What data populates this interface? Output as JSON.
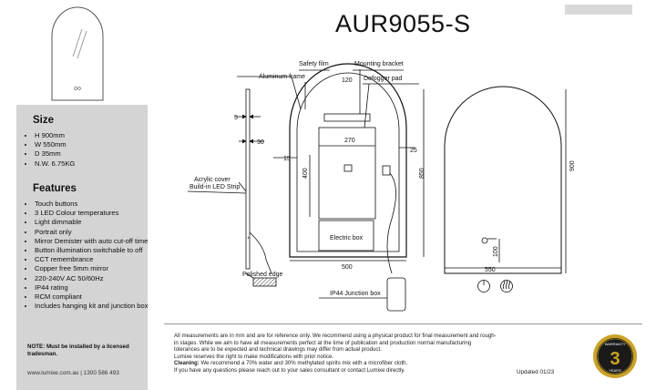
{
  "header": {
    "model": "AUR9055-S"
  },
  "sidebar": {
    "size_heading": "Size",
    "size_items": [
      "H 900mm",
      "W 550mm",
      "D 35mm",
      "N.W. 6.75KG"
    ],
    "features_heading": "Features",
    "feature_items": [
      "Touch buttons",
      "3 LED Colour temperatures",
      "Light dimmable",
      "Portrait only",
      "Mirror Demister with auto cut-off time",
      "Button illumination switchable to off",
      "CCT remembrance",
      "Copper free 5mm mirror",
      "220-240V AC 50/60Hz",
      "IP44 rating",
      "RCM compliant",
      "Includes hanging kit and junction box"
    ],
    "note": "NOTE: Must be installed by a licensed tradesman.",
    "contact": "www.lumixe.com.au  |  1300 586 493"
  },
  "drawing": {
    "labels": {
      "aluminum_frame": "Aluminum frame",
      "safety_film": "Safety film",
      "mounting_bracket": "Mounting bracket",
      "defogger_pad": "Defogger pad",
      "acrylic_cover": "Acrylic cover",
      "led_strip": "Build-in LED Strip",
      "electric_box": "Electric box",
      "polished_edge": "Polished edge",
      "junction_box": "IP44 Junction box"
    },
    "dimensions": {
      "d5": "5",
      "d30": "30",
      "d120": "120",
      "d270": "270",
      "d25": "25",
      "d15": "15",
      "d400": "400",
      "d850": "850",
      "d500": "500",
      "d900": "900",
      "d100": "100",
      "d550": "550"
    }
  },
  "footer": {
    "disclaimer_lines": [
      "All measurements are in mm and are for reference only.  We recommend using a physical product for final measurement and rough-",
      "in stages.   While we aim to have all measurements perfect at the time of publication and production normal manufacturing",
      "tolerances are to be expected and technical drawings may differ from actual product.",
      "Lumixe reserves the right to make modifications with prior notice."
    ],
    "cleaning_label": "Cleaning:",
    "cleaning_text": " We recommend a 70% water and 30% methylated spirits mix with a microfiber cloth.",
    "contact_line": "If you have any questions please reach out to your sales consultant or contact Lumixe directly.",
    "updated": "Updated 01/23"
  },
  "badge": {
    "top": "WARRANTY",
    "number": "3",
    "bottom": "YEARS"
  },
  "colors": {
    "sidebar": "#d4d4d4",
    "badge_gold": "#c9a227",
    "badge_dark": "#1a1a1a"
  }
}
